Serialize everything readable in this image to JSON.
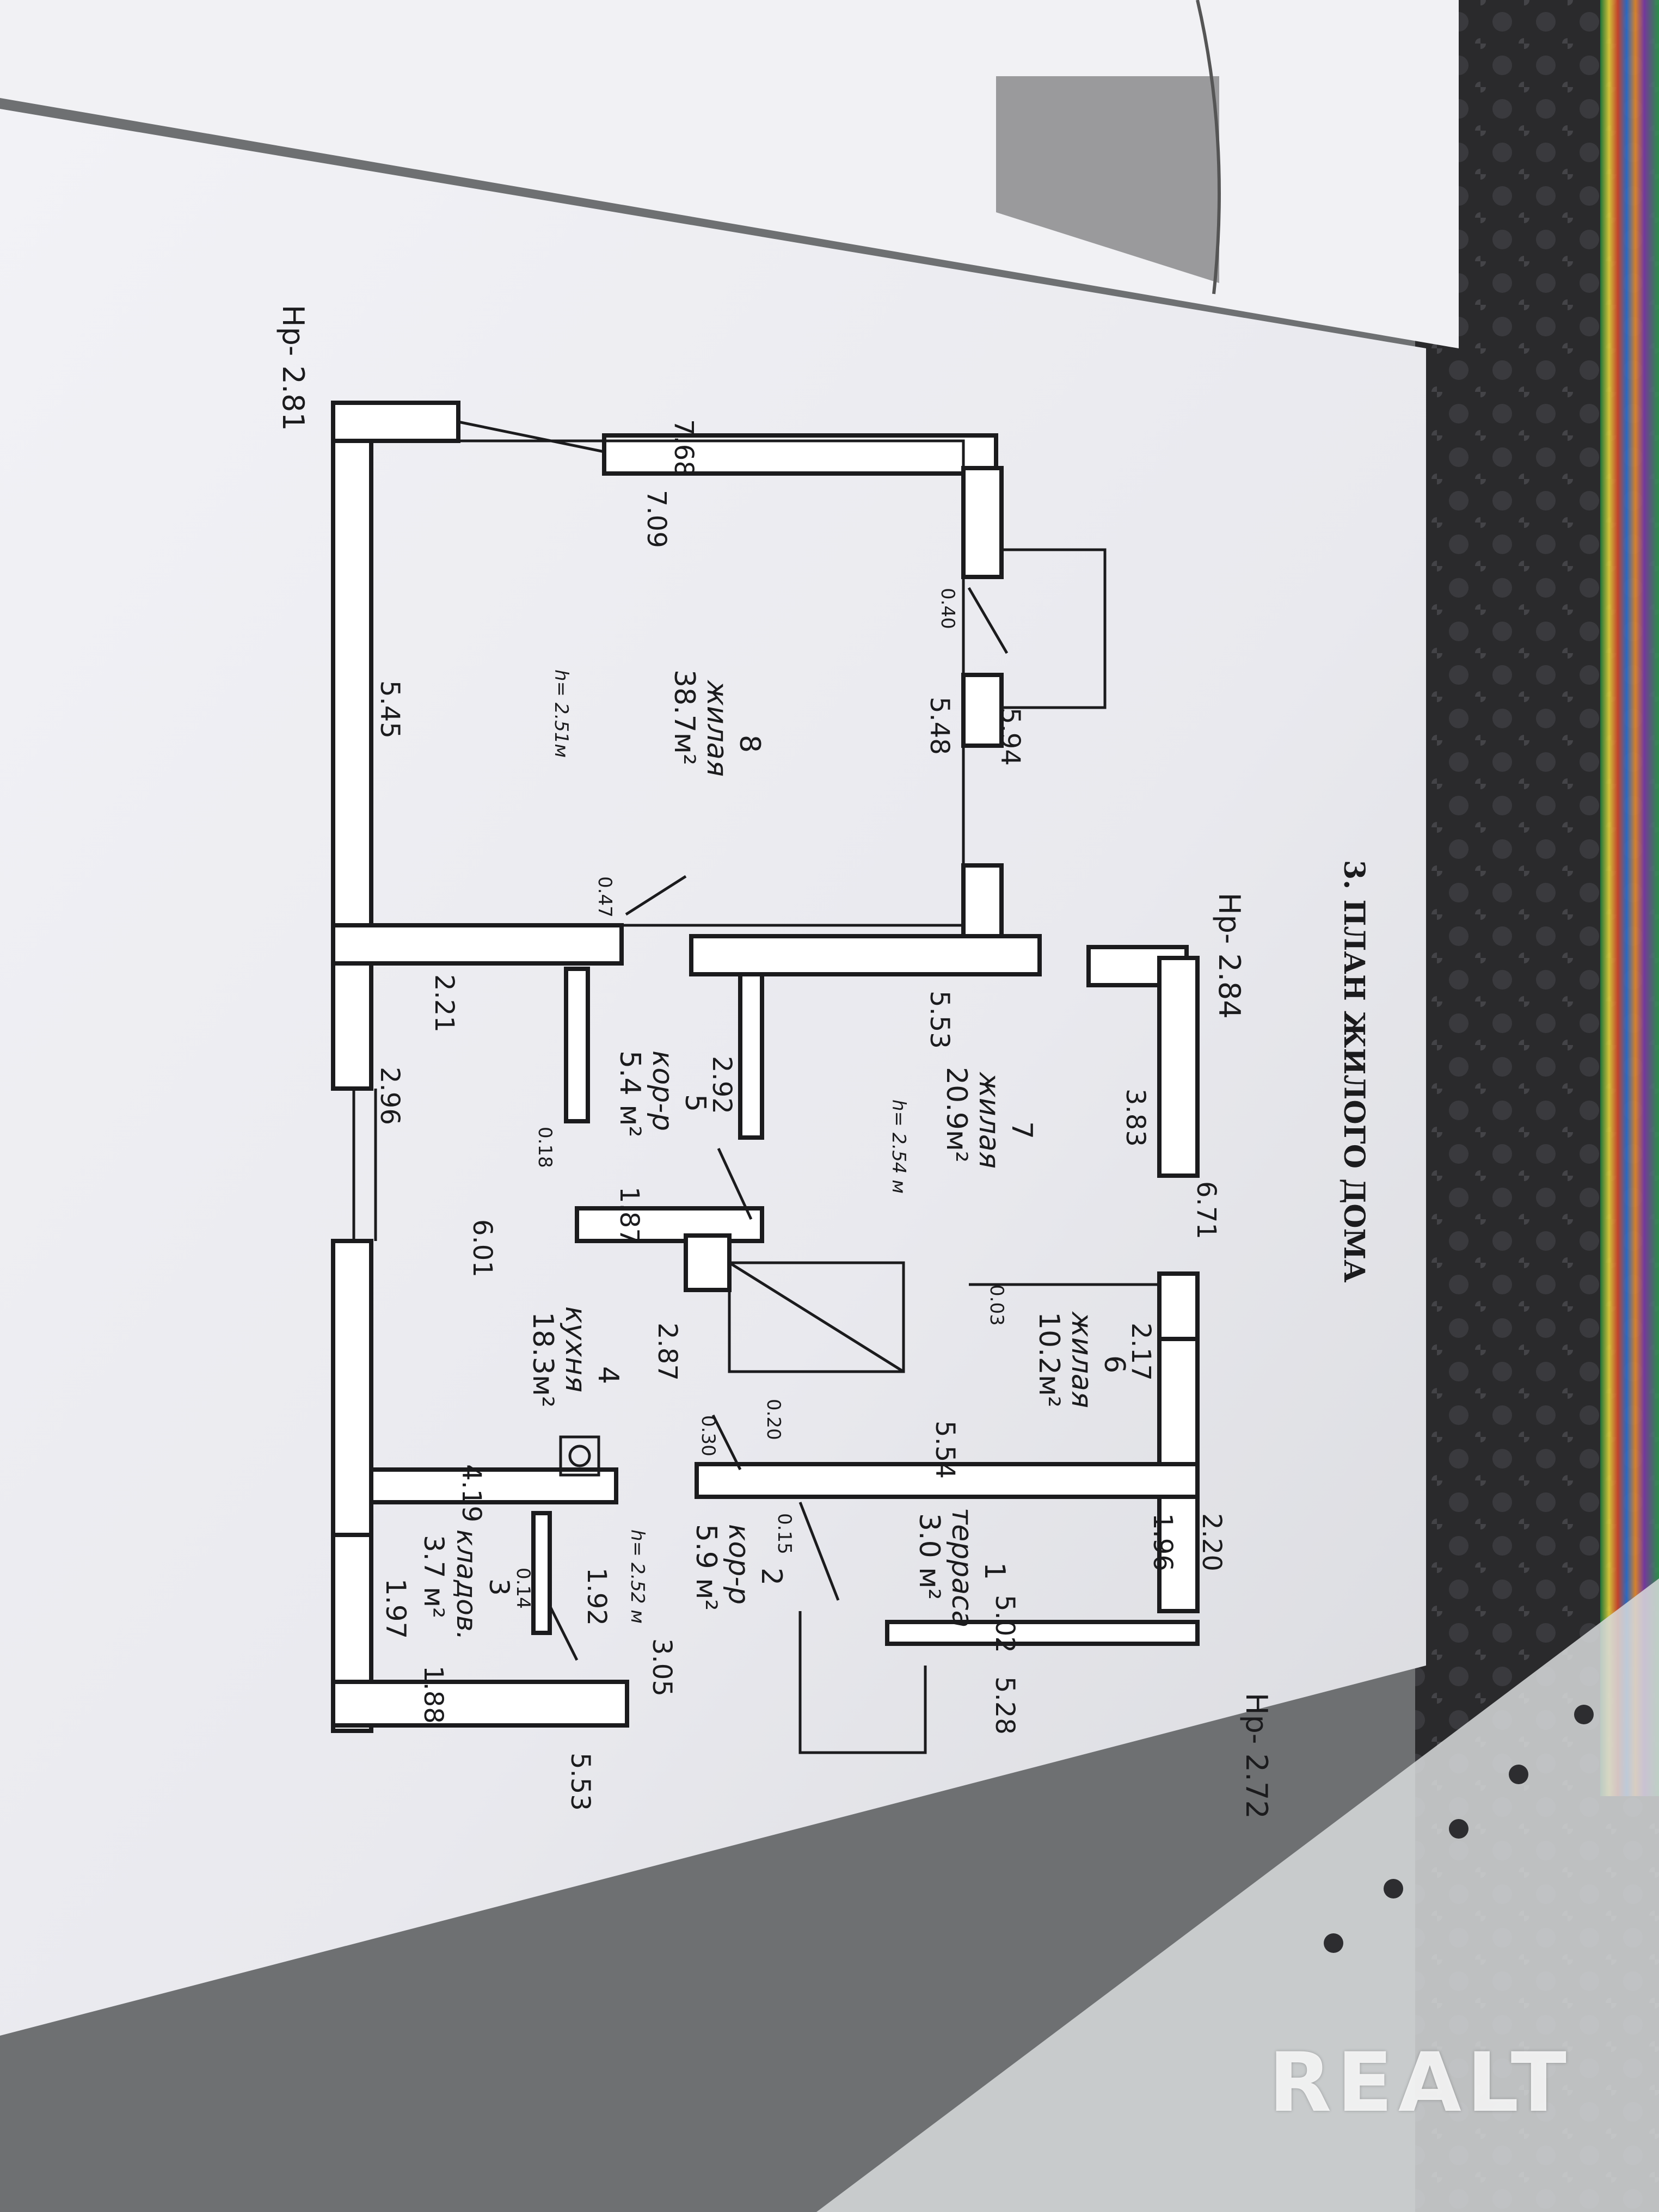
{
  "page_title": "3. ПЛАН ЖИЛОГО ДОМА",
  "elevations": {
    "nw": "Нр- 2.81",
    "top": "Нр- 2.84",
    "ne": "Нр- 2.72"
  },
  "rooms": [
    {
      "id": "8",
      "number": "8",
      "name": "жилая",
      "area": "38.7м²",
      "height": "h= 2.51м"
    },
    {
      "id": "7",
      "number": "7",
      "name": "жилая",
      "area": "20.9м²",
      "height": "h= 2.54 м"
    },
    {
      "id": "6",
      "number": "6",
      "name": "жилая",
      "area": "10.2м²",
      "height": ""
    },
    {
      "id": "5",
      "number": "5",
      "name": "кор-р",
      "area": "5.4 м²",
      "height": ""
    },
    {
      "id": "4",
      "number": "4",
      "name": "кухня",
      "area": "18.3м²",
      "height": ""
    },
    {
      "id": "2",
      "number": "2",
      "name": "кор-р",
      "area": "5.9 м²",
      "height": "h= 2.52 м"
    },
    {
      "id": "3",
      "number": "3",
      "name": "кладов.",
      "area": "3.7 м²",
      "height": ""
    },
    {
      "id": "1",
      "number": "1",
      "name": "терраса",
      "area": "3.0 м²",
      "height": ""
    }
  ],
  "dimensions": {
    "d768": "7.68",
    "d709": "7.09",
    "d545": "5.45",
    "d548": "5.48",
    "d594": "5.94",
    "d040": "0.40",
    "d047": "0.47",
    "d221": "2.21",
    "d296": "2.96",
    "d553a": "5.53",
    "d292": "2.92",
    "d018": "0.18",
    "d187": "1.87",
    "d383": "3.83",
    "d671": "6.71",
    "d601": "6.01",
    "d287": "2.87",
    "d003": "0.03",
    "d217": "2.17",
    "d020": "0.20",
    "d030": "0.30",
    "d554": "5.54",
    "d419": "4.19",
    "d015": "0.15",
    "d196": "1.96",
    "d220": "2.20",
    "d192": "1.92",
    "d014": "0.14",
    "d197": "1.97",
    "d305": "3.05",
    "d502": "5.02",
    "d528": "5.28",
    "d188": "1.88",
    "d553b": "5.53"
  },
  "watermark": "REALT",
  "colors": {
    "paper": "#eeeef2",
    "ink": "#1b1b1d",
    "wall": "#ffffff"
  }
}
